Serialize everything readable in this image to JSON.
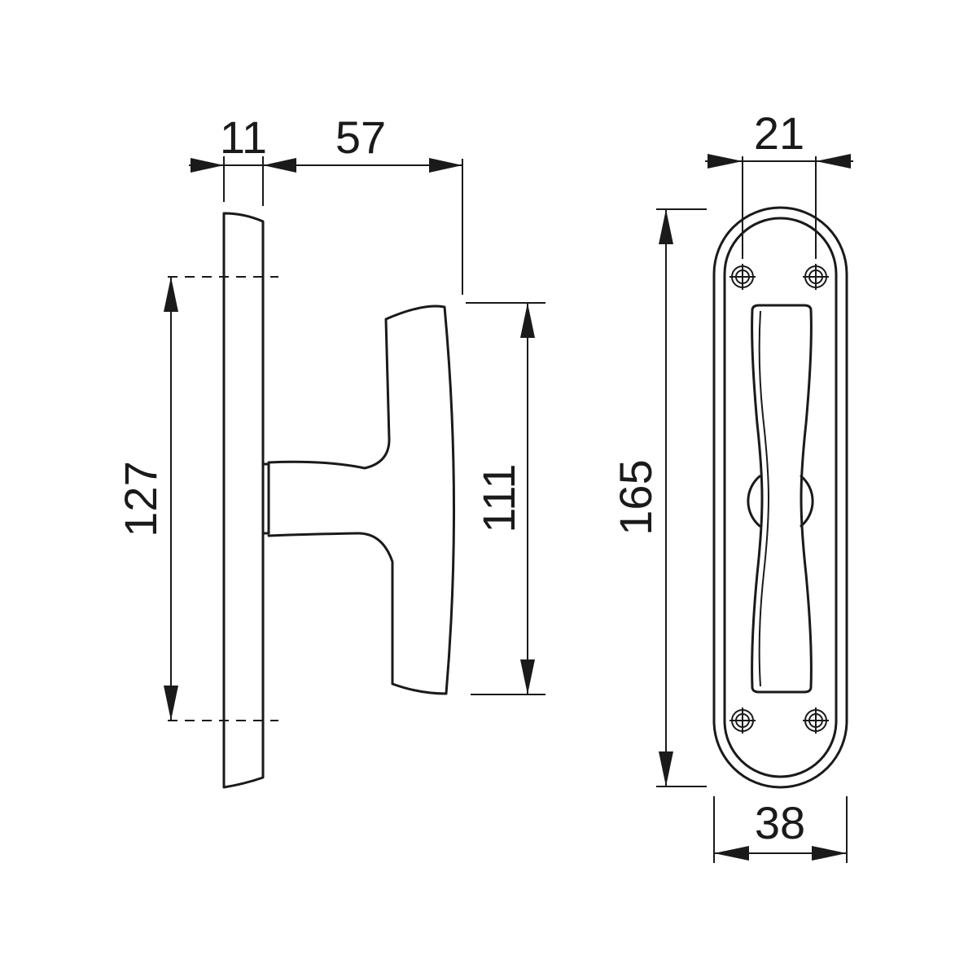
{
  "drawing": {
    "line_color": "#1a1a1a",
    "background": "#ffffff",
    "dimensions": {
      "rose_thickness": "11",
      "handle_projection": "57",
      "rose_height_side": "127",
      "grip_height": "111",
      "rose_height_front": "165",
      "screw_spacing": "21",
      "rose_width": "38"
    }
  }
}
